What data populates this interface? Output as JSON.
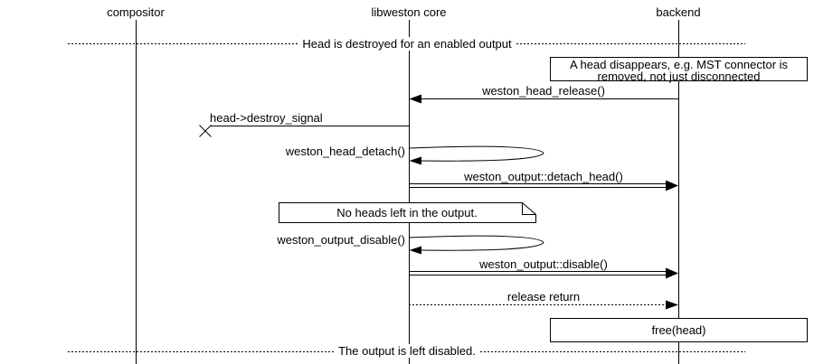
{
  "actors": {
    "compositor": "compositor",
    "core": "libweston core",
    "backend": "backend"
  },
  "dividers": {
    "top": "Head is destroyed for an enabled output",
    "bottom": "The output is left disabled."
  },
  "notes": {
    "head_disappears_line1": "A head disappears, e.g. MST connector is",
    "head_disappears_line2": "removed, not just disconnected",
    "no_heads": "No heads left in the output.",
    "free_head": "free(head)"
  },
  "messages": {
    "head_release": "weston_head_release()",
    "destroy_signal": "head->destroy_signal",
    "head_detach": "weston_head_detach()",
    "detach_head": "weston_output::detach_head()",
    "output_disable_call": "weston_output_disable()",
    "output_disable": "weston_output::disable()",
    "release_return": "release return"
  },
  "colors": {
    "line": "#000000",
    "background": "#ffffff"
  }
}
